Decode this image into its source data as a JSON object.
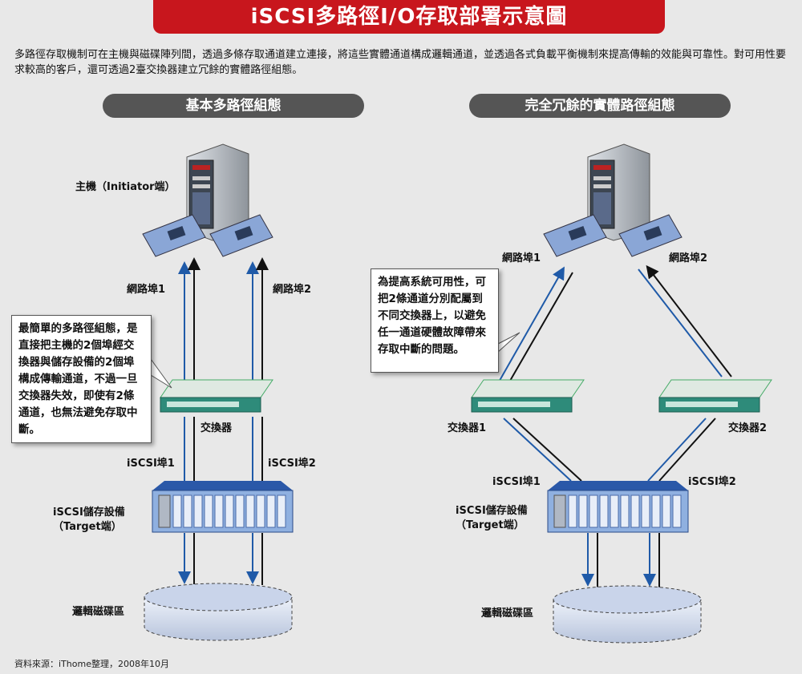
{
  "title": "iSCSI多路徑I/O存取部署示意圖",
  "intro": "多路徑存取機制可在主機與磁碟陣列間，透過多條存取通道建立連接，將這些實體通道構成邏輯通道，並透過各式負載平衡機制來提高傳輸的效能與可靠性。對可用性要求較高的客戶，還可透過2臺交換器建立冗餘的實體路徑組態。",
  "left": {
    "heading": "基本多路徑組態",
    "host_label": "主機（Initiator端）",
    "nic1": "網路埠1",
    "nic2": "網路埠2",
    "switch": "交換器",
    "iscsi1": "iSCSI埠1",
    "iscsi2": "iSCSI埠2",
    "storage": "iSCSI儲存設備",
    "target": "（Target端）",
    "disk": "邏輯磁碟區",
    "callout": "最簡單的多路徑組態，是直接把主機的2個埠經交換器與儲存設備的2個埠構成傳輸通道，不過一旦交換器失效，即使有2條通道，也無法避免存取中斷。"
  },
  "right": {
    "heading": "完全冗餘的實體路徑組態",
    "nic1": "網路埠1",
    "nic2": "網路埠2",
    "switch1": "交換器1",
    "switch2": "交換器2",
    "iscsi1": "iSCSI埠1",
    "iscsi2": "iSCSI埠2",
    "storage": "iSCSI儲存設備",
    "target": "（Target端）",
    "disk": "邏輯磁碟區",
    "callout": "為提高系統可用性，可把2條通道分別配屬到不同交換器上，以避免任一通道硬體故障帶來存取中斷的問題。"
  },
  "source": "資料來源：iThome整理，2008年10月",
  "colors": {
    "title_bg": "#c8161d",
    "path_blue": "#1f5aa8",
    "pill_bg": "#555555",
    "switch_green": "#2e8b7a"
  }
}
